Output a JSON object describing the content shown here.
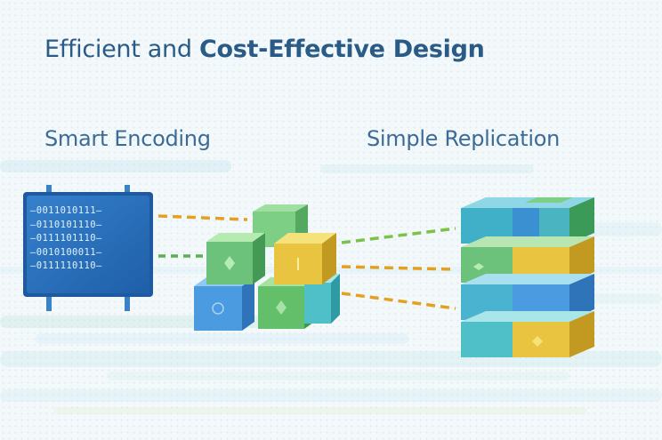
{
  "title": {
    "regular": "Efficient and",
    "bold": "Cost-Effective Design"
  },
  "sections": {
    "left_label": "Smart Encoding",
    "right_label": "Simple Replication"
  },
  "binary_rows": [
    "—0011010111—",
    "—0110101110—",
    "—0111101110—",
    "—0010100011—",
    "—0111110110—"
  ],
  "colors": {
    "title": "#2a5b86",
    "board": "#2c6fb8",
    "cube_green": "#6cc27a",
    "cube_yellow": "#e8c440",
    "cube_teal": "#3fb0c8",
    "cube_blue": "#4a9be0",
    "connector": "#e6a020",
    "connector_green": "#5bb04f"
  }
}
